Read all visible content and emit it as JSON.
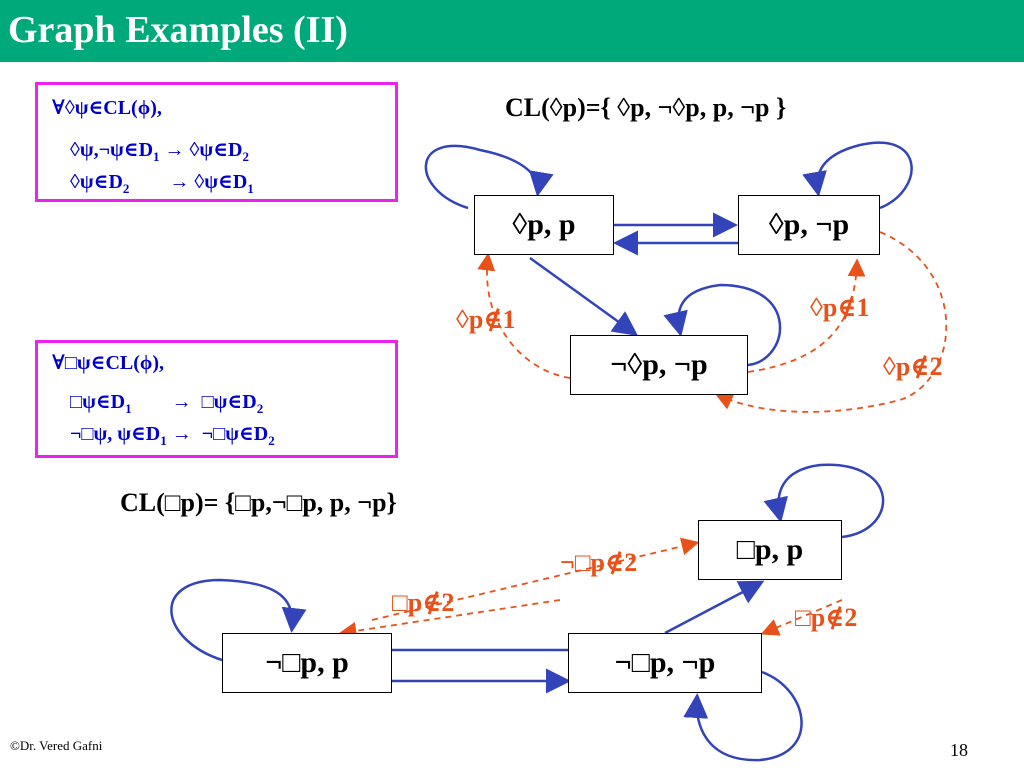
{
  "title": "Graph Examples (II)",
  "rule1": {
    "line1": "∀◊ψ∈CL(ϕ),",
    "line2a": "◊ψ,¬ψ∈D",
    "line2sub1": "1",
    "line2b": " → ◊ψ∈D",
    "line2sub2": "2",
    "line3a": "◊ψ∈D",
    "line3sub1": "2",
    "line3b": "        → ◊ψ∈D",
    "line3sub2": "1"
  },
  "rule2": {
    "line1": "∀□ψ∈CL(ϕ),",
    "line2a": "□ψ∈D",
    "line2sub1": "1",
    "line2b": "        →  □ψ∈D",
    "line2sub2": "2",
    "line3a": "¬□ψ, ψ∈D",
    "line3sub1": "1",
    "line3b": " →  ¬□ψ∈D",
    "line3sub2": "2"
  },
  "graph1": {
    "cl": "CL(◊p)={ ◊p, ¬◊p, p, ¬p }",
    "nodes": [
      "◊p, p",
      "◊p, ¬p",
      "¬◊p, ¬p"
    ],
    "labels": [
      "◊p∉1",
      "◊p∉1",
      "◊p∉2"
    ]
  },
  "graph2": {
    "cl": "CL(□p)= {□p,¬□p, p, ¬p}",
    "nodes": [
      "□p, p",
      "¬□p, p",
      "¬□p, ¬p"
    ],
    "labels": [
      "¬□p∉2",
      "□p∉2",
      "□p∉2"
    ]
  },
  "colors": {
    "accent": "#00a97a",
    "edge": "#3344bb",
    "dashed": "#e8521a",
    "box": "#ee22ee",
    "rule_text": "#0000cc"
  },
  "footer": {
    "copyright": "©Dr. Vered Gafni",
    "page": "18"
  }
}
